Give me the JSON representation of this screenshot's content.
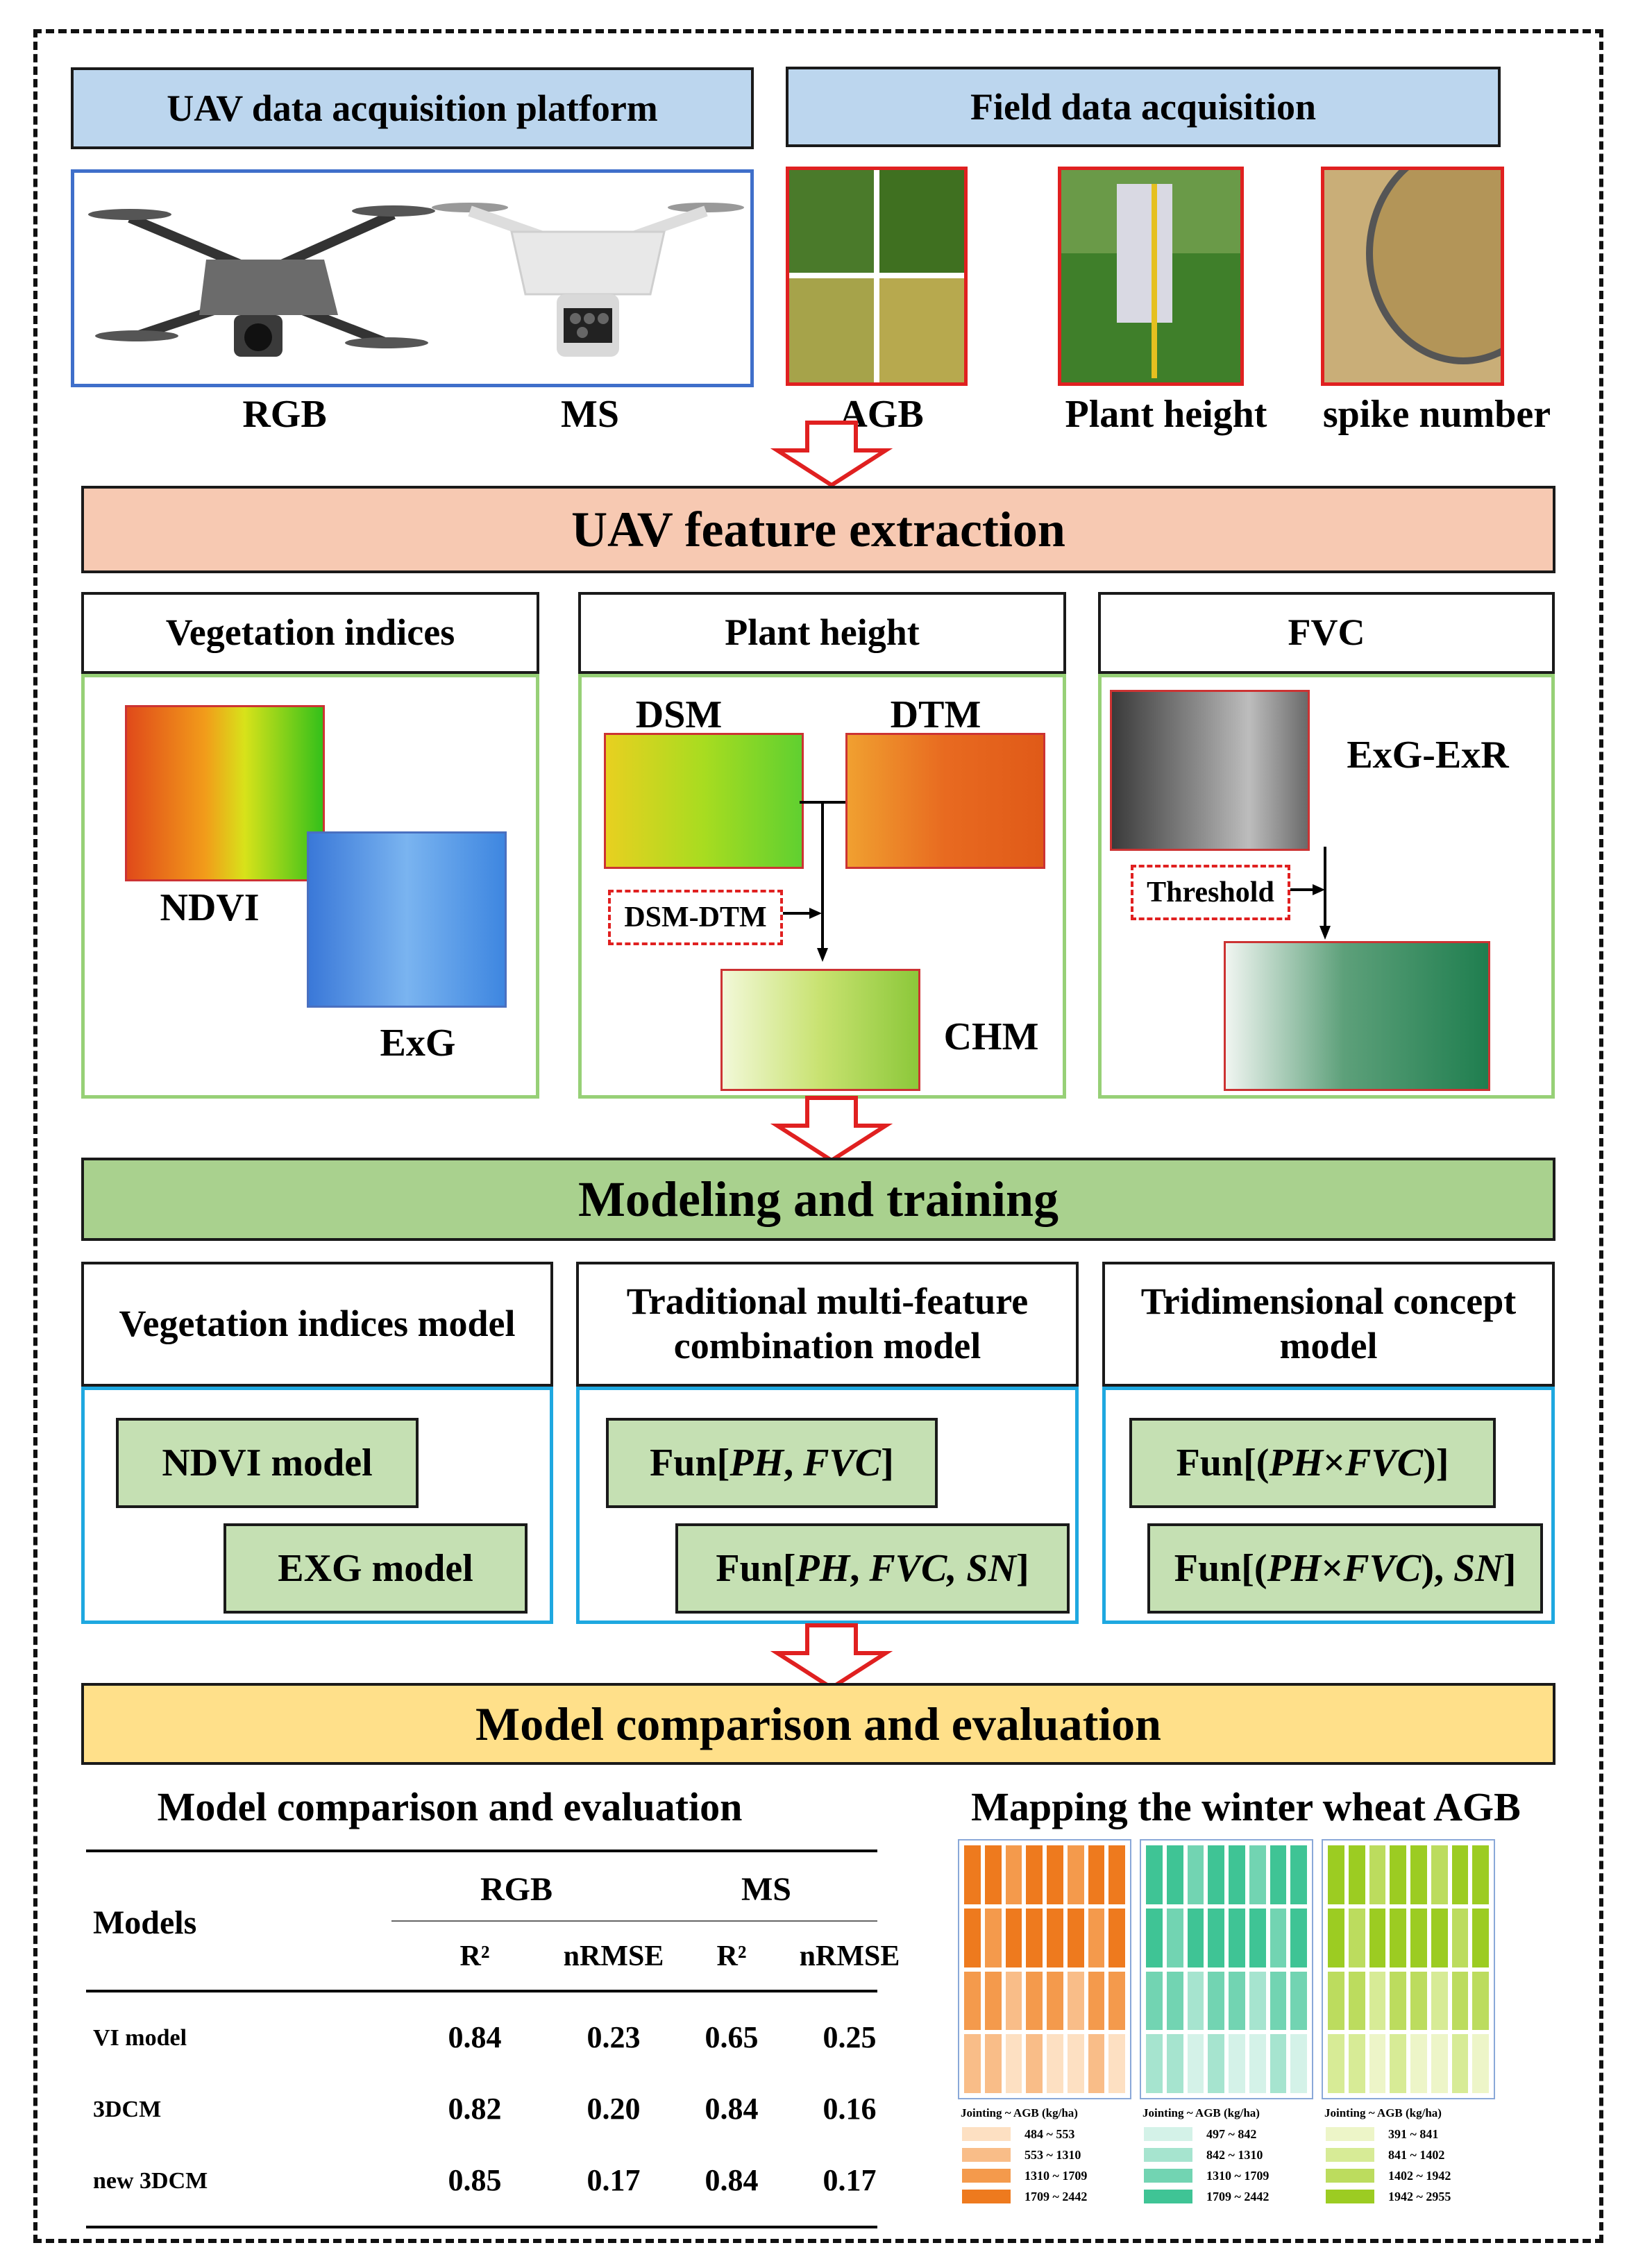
{
  "sections": {
    "uav_platform": "UAV data acquisition platform",
    "field_data": "Field data acquisition",
    "feature_extraction": "UAV feature extraction",
    "modeling": "Modeling and training",
    "comparison": "Model comparison and evaluation"
  },
  "platform_labels": {
    "rgb": "RGB",
    "ms": "MS"
  },
  "field_labels": {
    "agb": "AGB",
    "plant_height": "Plant height",
    "spike_number": "spike number"
  },
  "feature_panels": {
    "vi": {
      "title": "Vegetation indices",
      "ndvi": "NDVI",
      "exg": "ExG"
    },
    "ph": {
      "title": "Plant height",
      "dsm": "DSM",
      "dtm": "DTM",
      "op": "DSM-DTM",
      "chm": "CHM"
    },
    "fvc": {
      "title": "FVC",
      "index": "ExG-ExR",
      "op": "Threshold"
    }
  },
  "model_panels": {
    "vi": {
      "title": "Vegetation indices model",
      "m1": "NDVI model",
      "m2": "EXG model"
    },
    "trad": {
      "title_line1": "Traditional multi-feature",
      "title_line2": "combination model"
    },
    "tri": {
      "title_line1": "Tridimensional concept",
      "title_line2": "model"
    }
  },
  "formulas": {
    "trad1": {
      "pre": "Fun[",
      "a": "PH",
      "sep1": ", ",
      "b": "FVC",
      "post": "]"
    },
    "trad2": {
      "pre": "Fun[",
      "a": "PH",
      "sep1": ", ",
      "b": "FVC, SN",
      "post": "]"
    },
    "tri1": {
      "pre": "Fun[(",
      "a": "PH",
      "sep1": "×",
      "b": "FVC",
      "post": ")]"
    },
    "tri2": {
      "pre": "Fun[(",
      "a": "PH",
      "sep1": "×",
      "b": "FVC",
      "mid": "), ",
      "c": "SN",
      "post": "]"
    }
  },
  "table": {
    "title": "Model comparison and evaluation",
    "col_models": "Models",
    "group_rgb": "RGB",
    "group_ms": "MS",
    "sub": [
      "R²",
      "nRMSE",
      "R²",
      "nRMSE"
    ],
    "rows": [
      {
        "name": "VI model",
        "vals": [
          "0.84",
          "0.23",
          "0.65",
          "0.25"
        ]
      },
      {
        "name": "3DCM",
        "vals": [
          "0.82",
          "0.20",
          "0.84",
          "0.16"
        ]
      },
      {
        "name": "new 3DCM",
        "vals": [
          "0.85",
          "0.17",
          "0.84",
          "0.17"
        ]
      }
    ]
  },
  "mapping": {
    "title": "Mapping the winter wheat AGB",
    "maps": [
      {
        "legend_title": "Jointing ~ AGB (kg/ha)",
        "ranges": [
          "484 ~ 553",
          "553 ~ 1310",
          "1310 ~ 1709",
          "1709 ~ 2442"
        ],
        "colors": [
          "#fde0c2",
          "#f9bd88",
          "#f49a4c",
          "#ee7a1e"
        ]
      },
      {
        "legend_title": "Jointing ~ AGB (kg/ha)",
        "ranges": [
          "497 ~ 842",
          "842 ~ 1310",
          "1310 ~ 1709",
          "1709 ~ 2442"
        ],
        "colors": [
          "#d4f2e8",
          "#a6e4cf",
          "#72d4b2",
          "#3fc495"
        ]
      },
      {
        "legend_title": "Jointing ~ AGB (kg/ha)",
        "ranges": [
          "391 ~ 841",
          "841 ~ 1402",
          "1402 ~ 1942",
          "1942 ~ 2955"
        ],
        "colors": [
          "#edf5c8",
          "#d7eb96",
          "#bcdc5e",
          "#9ccc22"
        ]
      }
    ]
  }
}
